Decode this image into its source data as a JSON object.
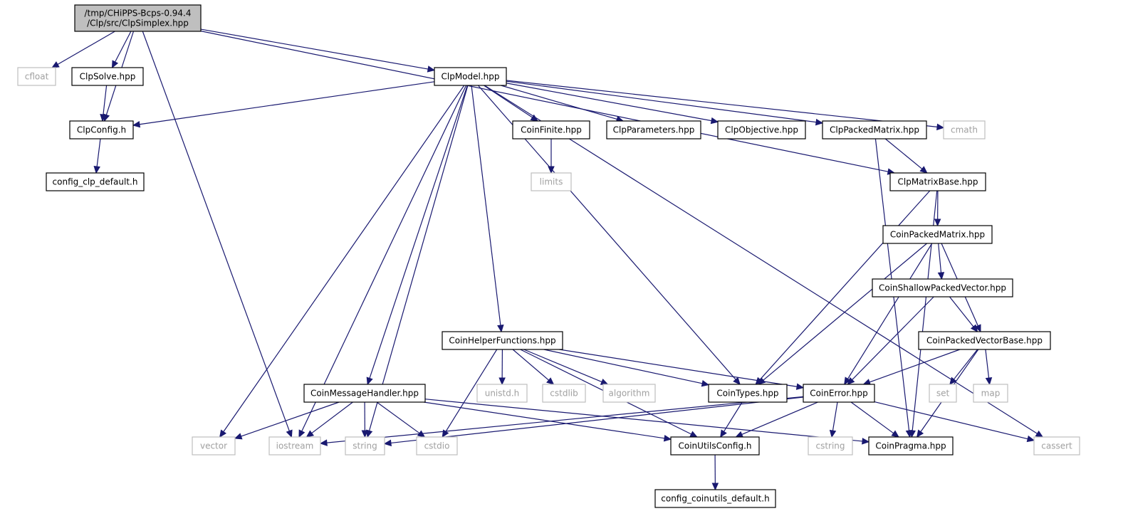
{
  "graph": {
    "nodes": {
      "root": {
        "lines": [
          "/tmp/CHiPPS-Bcps-0.94.4",
          "/Clp/src/ClpSimplex.hpp"
        ],
        "kind": "root"
      },
      "cfloat": {
        "lines": [
          "cfloat"
        ],
        "kind": "system"
      },
      "clpsolve": {
        "lines": [
          "ClpSolve.hpp"
        ],
        "kind": "local"
      },
      "clpmodel": {
        "lines": [
          "ClpModel.hpp"
        ],
        "kind": "local"
      },
      "clpconfig": {
        "lines": [
          "ClpConfig.h"
        ],
        "kind": "local"
      },
      "configclp": {
        "lines": [
          "config_clp_default.h"
        ],
        "kind": "local"
      },
      "coinfinite": {
        "lines": [
          "CoinFinite.hpp"
        ],
        "kind": "local"
      },
      "clpparams": {
        "lines": [
          "ClpParameters.hpp"
        ],
        "kind": "local"
      },
      "clpobjective": {
        "lines": [
          "ClpObjective.hpp"
        ],
        "kind": "local"
      },
      "clppacked": {
        "lines": [
          "ClpPackedMatrix.hpp"
        ],
        "kind": "local"
      },
      "cmath": {
        "lines": [
          "cmath"
        ],
        "kind": "system"
      },
      "limits": {
        "lines": [
          "limits"
        ],
        "kind": "system"
      },
      "clpmatrixbase": {
        "lines": [
          "ClpMatrixBase.hpp"
        ],
        "kind": "local"
      },
      "coinpackedmatrix": {
        "lines": [
          "CoinPackedMatrix.hpp"
        ],
        "kind": "local"
      },
      "coinshallow": {
        "lines": [
          "CoinShallowPackedVector.hpp"
        ],
        "kind": "local"
      },
      "coinpvb": {
        "lines": [
          "CoinPackedVectorBase.hpp"
        ],
        "kind": "local"
      },
      "coinhelper": {
        "lines": [
          "CoinHelperFunctions.hpp"
        ],
        "kind": "local"
      },
      "coinmsg": {
        "lines": [
          "CoinMessageHandler.hpp"
        ],
        "kind": "local"
      },
      "unistd": {
        "lines": [
          "unistd.h"
        ],
        "kind": "system"
      },
      "cstdlib": {
        "lines": [
          "cstdlib"
        ],
        "kind": "system"
      },
      "algorithm": {
        "lines": [
          "algorithm"
        ],
        "kind": "system"
      },
      "cointypes": {
        "lines": [
          "CoinTypes.hpp"
        ],
        "kind": "local"
      },
      "coinerror": {
        "lines": [
          "CoinError.hpp"
        ],
        "kind": "local"
      },
      "set": {
        "lines": [
          "set"
        ],
        "kind": "system"
      },
      "map": {
        "lines": [
          "map"
        ],
        "kind": "system"
      },
      "vector": {
        "lines": [
          "vector"
        ],
        "kind": "system"
      },
      "iostream": {
        "lines": [
          "iostream"
        ],
        "kind": "system"
      },
      "string": {
        "lines": [
          "string"
        ],
        "kind": "system"
      },
      "cstdio": {
        "lines": [
          "cstdio"
        ],
        "kind": "system"
      },
      "coinutilsconfig": {
        "lines": [
          "CoinUtilsConfig.h"
        ],
        "kind": "local"
      },
      "cstring": {
        "lines": [
          "cstring"
        ],
        "kind": "system"
      },
      "coinpragma": {
        "lines": [
          "CoinPragma.hpp"
        ],
        "kind": "local"
      },
      "cassert": {
        "lines": [
          "cassert"
        ],
        "kind": "system"
      },
      "configcoinutils": {
        "lines": [
          "config_coinutils_default.h"
        ],
        "kind": "local"
      }
    },
    "edges": [
      [
        "root",
        "cfloat"
      ],
      [
        "root",
        "clpsolve"
      ],
      [
        "root",
        "clpconfig"
      ],
      [
        "root",
        "clpmodel"
      ],
      [
        "root",
        "iostream"
      ],
      [
        "root",
        "clpmatrixbase"
      ],
      [
        "clpsolve",
        "clpconfig"
      ],
      [
        "clpconfig",
        "configclp"
      ],
      [
        "clpmodel",
        "clpconfig"
      ],
      [
        "clpmodel",
        "coinfinite"
      ],
      [
        "clpmodel",
        "clpparams"
      ],
      [
        "clpmodel",
        "clpobjective"
      ],
      [
        "clpmodel",
        "clppacked"
      ],
      [
        "clpmodel",
        "cmath"
      ],
      [
        "clpmodel",
        "cassert"
      ],
      [
        "clpmodel",
        "vector"
      ],
      [
        "clpmodel",
        "iostream"
      ],
      [
        "clpmodel",
        "string"
      ],
      [
        "clpmodel",
        "coinmsg"
      ],
      [
        "clpmodel",
        "coinhelper"
      ],
      [
        "clpmodel",
        "cointypes"
      ],
      [
        "coinfinite",
        "limits"
      ],
      [
        "clppacked",
        "clpmatrixbase"
      ],
      [
        "clppacked",
        "coinpragma"
      ],
      [
        "clpmatrixbase",
        "coinpackedmatrix"
      ],
      [
        "clpmatrixbase",
        "cointypes"
      ],
      [
        "clpmatrixbase",
        "coinpragma"
      ],
      [
        "coinpackedmatrix",
        "coinshallow"
      ],
      [
        "coinpackedmatrix",
        "coinpvb"
      ],
      [
        "coinpackedmatrix",
        "coinerror"
      ],
      [
        "coinpackedmatrix",
        "cointypes"
      ],
      [
        "coinshallow",
        "coinpvb"
      ],
      [
        "coinshallow",
        "coinerror"
      ],
      [
        "coinpvb",
        "coinerror"
      ],
      [
        "coinpvb",
        "set"
      ],
      [
        "coinpvb",
        "map"
      ],
      [
        "coinpvb",
        "coinpragma"
      ],
      [
        "coinhelper",
        "unistd"
      ],
      [
        "coinhelper",
        "cstdlib"
      ],
      [
        "coinhelper",
        "algorithm"
      ],
      [
        "coinhelper",
        "cointypes"
      ],
      [
        "coinhelper",
        "coinerror"
      ],
      [
        "coinhelper",
        "cstdio"
      ],
      [
        "coinhelper",
        "coinutilsconfig"
      ],
      [
        "coinmsg",
        "vector"
      ],
      [
        "coinmsg",
        "iostream"
      ],
      [
        "coinmsg",
        "string"
      ],
      [
        "coinmsg",
        "cstdio"
      ],
      [
        "coinmsg",
        "coinutilsconfig"
      ],
      [
        "coinmsg",
        "coinpragma"
      ],
      [
        "cointypes",
        "coinutilsconfig"
      ],
      [
        "coinerror",
        "string"
      ],
      [
        "coinerror",
        "iostream"
      ],
      [
        "coinerror",
        "coinutilsconfig"
      ],
      [
        "coinerror",
        "cstring"
      ],
      [
        "coinerror",
        "coinpragma"
      ],
      [
        "coinerror",
        "cassert"
      ],
      [
        "coinutilsconfig",
        "configcoinutils"
      ]
    ]
  }
}
